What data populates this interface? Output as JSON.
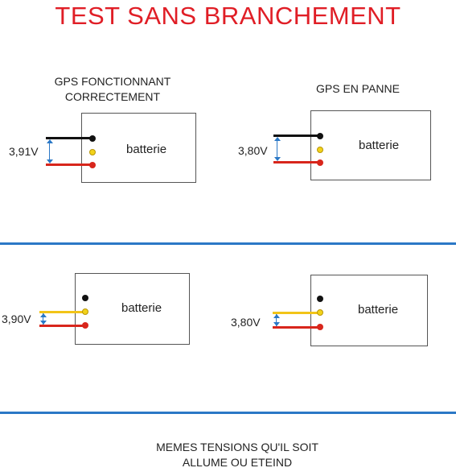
{
  "title": "TEST SANS BRANCHEMENT",
  "captions": {
    "top_left": "GPS FONCTIONNANT CORRECTEMENT",
    "top_right": "GPS EN PANNE"
  },
  "panels": [
    {
      "battery_label": "batterie",
      "voltage": "3,91V",
      "upper_wire": "black"
    },
    {
      "battery_label": "batterie",
      "voltage": "3,80V",
      "upper_wire": "black"
    },
    {
      "battery_label": "batterie",
      "voltage": "3,90V",
      "upper_wire": "yellow"
    },
    {
      "battery_label": "batterie",
      "voltage": "3,80V",
      "upper_wire": "yellow"
    }
  ],
  "footer": {
    "line1": "MEMES TENSIONS QU'IL SOIT",
    "line2": "ALLUME OU ETEIND"
  },
  "colors": {
    "title": "#e01e26",
    "divider": "#2b78c6",
    "measurement": "#2b78c6",
    "wire_black": "#111111",
    "wire_yellow": "#f2c418",
    "wire_red": "#d8261c",
    "terminal_black": "#111111",
    "terminal_yellow": "#f2d21a",
    "terminal_red": "#d8261c"
  }
}
